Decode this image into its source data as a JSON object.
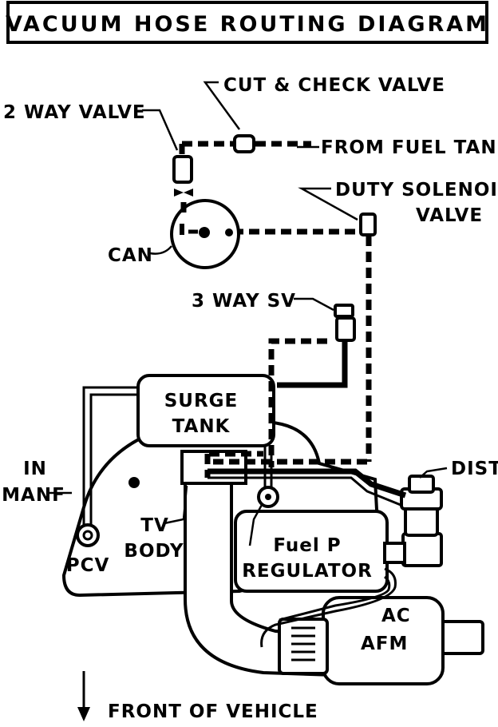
{
  "title": "VACUUM HOSE ROUTING DIAGRAM",
  "labels": {
    "cut_check_valve": "CUT & CHECK VALVE",
    "two_way_valve": "2 WAY VALVE",
    "from_fuel_tank": "FROM FUEL TANK",
    "duty_solenoid_line1": "DUTY SOLENOID",
    "duty_solenoid_line2": "VALVE",
    "can": "CAN",
    "three_way_sv": "3 WAY SV",
    "surge_tank_line1": "SURGE",
    "surge_tank_line2": "TANK",
    "in_manf_line1": "IN",
    "in_manf_line2": "MANF",
    "dist": "DIST",
    "tv_body_line1": "TV",
    "tv_body_line2": "BODY",
    "pcv": "PCV",
    "fuel_p_line1": "Fuel P",
    "fuel_p_line2": "REGULATOR",
    "ac": "AC",
    "afm": "AFM",
    "front_of_vehicle": "FRONT OF VEHICLE"
  },
  "colors": {
    "ink": "#000000",
    "paper": "#ffffff"
  },
  "icons": {
    "front_arrow": "down-arrow-icon"
  }
}
